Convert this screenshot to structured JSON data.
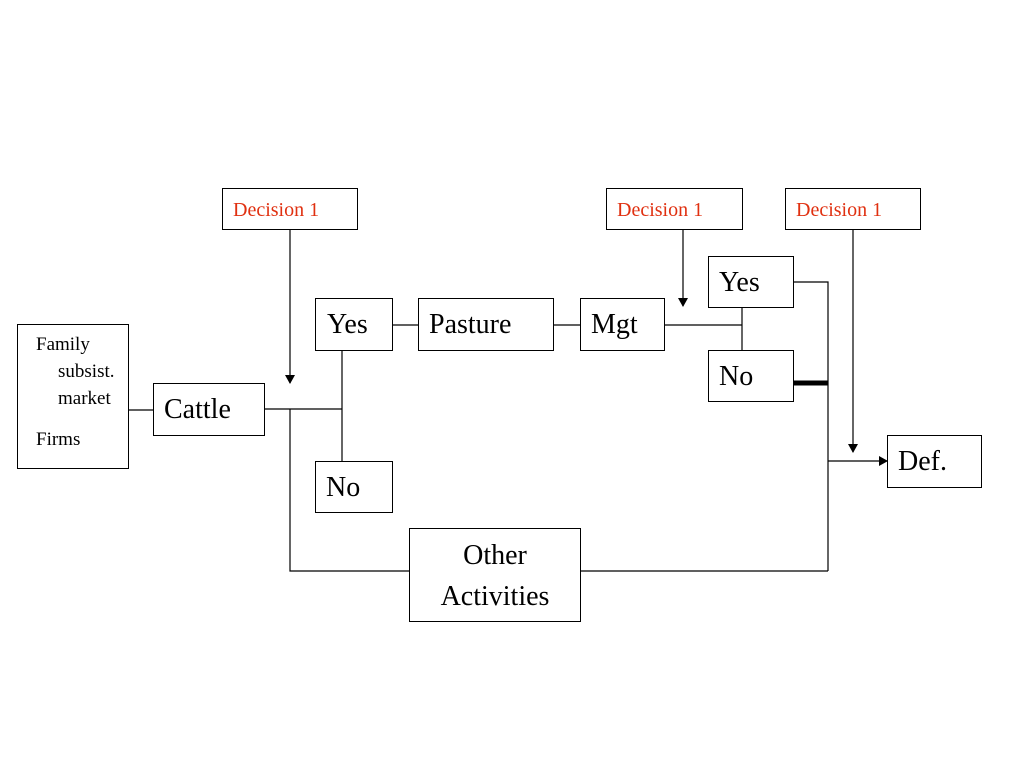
{
  "diagram": {
    "source_box": {
      "lines": [
        "Family",
        "subsist.",
        "market",
        "Firms"
      ]
    },
    "nodes": {
      "cattle": "Cattle",
      "yes_top": "Yes",
      "pasture": "Pasture",
      "mgt": "Mgt",
      "yes_mgt": "Yes",
      "no_mgt": "No",
      "no_cattle": "No",
      "def": "Def.",
      "other_activities": [
        "Other",
        "Activities"
      ]
    },
    "decisions": [
      "Decision 1",
      "Decision 1",
      "Decision 1"
    ],
    "colors": {
      "decision_text": "#e03010",
      "lines": "#000000",
      "background": "#ffffff"
    }
  }
}
